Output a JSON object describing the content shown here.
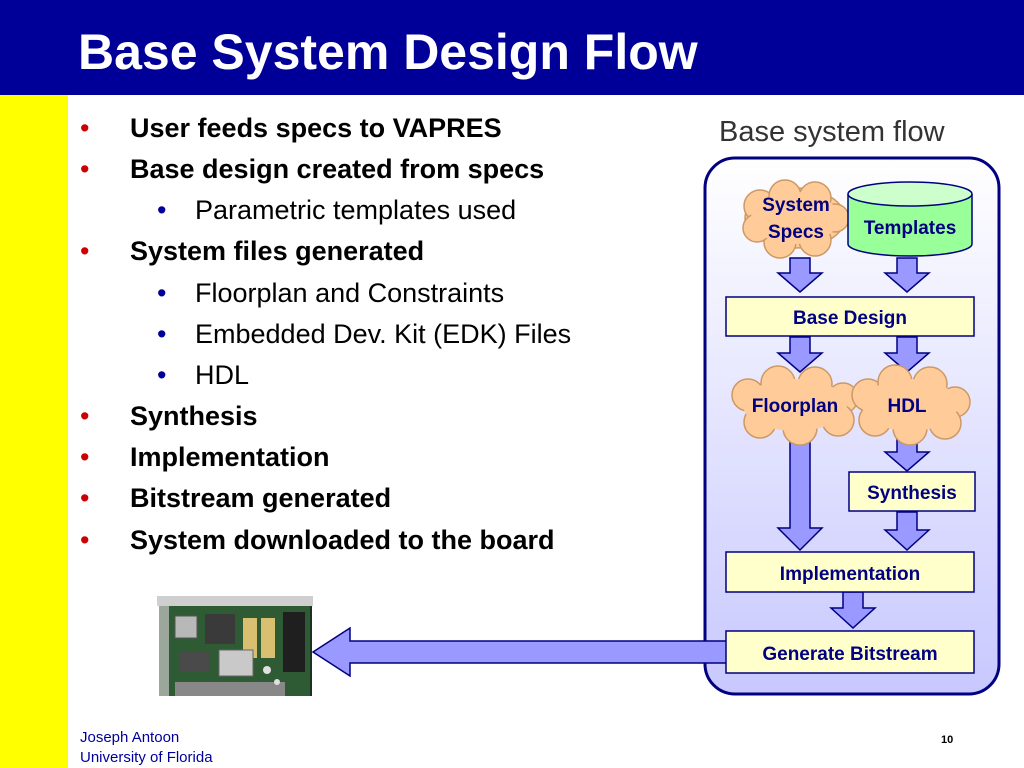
{
  "slide": {
    "title": "Base System Design Flow",
    "flow_caption": "Base system flow",
    "footer_name": "Joseph Antoon",
    "footer_org": "University of Florida",
    "page_number": "10"
  },
  "bullets": [
    {
      "level": 1,
      "text": "User feeds specs to VAPRES"
    },
    {
      "level": 1,
      "text": "Base design created from specs"
    },
    {
      "level": 2,
      "text": "Parametric templates used"
    },
    {
      "level": 1,
      "text": "System files generated"
    },
    {
      "level": 2,
      "text": "Floorplan and Constraints"
    },
    {
      "level": 2,
      "text": "Embedded Dev. Kit (EDK) Files"
    },
    {
      "level": 2,
      "text": "HDL"
    },
    {
      "level": 1,
      "text": "Synthesis"
    },
    {
      "level": 1,
      "text": "Implementation"
    },
    {
      "level": 1,
      "text": "Bitstream generated"
    },
    {
      "level": 1,
      "text": "System downloaded to the board"
    }
  ],
  "flow": {
    "system_specs_line1": "System",
    "system_specs_line2": "Specs",
    "templates": "Templates",
    "base_design": "Base Design",
    "floorplan": "Floorplan",
    "hdl": "HDL",
    "synthesis": "Synthesis",
    "implementation": "Implementation",
    "generate_bitstream": "Generate Bitstream"
  },
  "colors": {
    "title_bar": "#000099",
    "left_bar": "#ffff00",
    "bullet_level1": "#cc0000",
    "bullet_level2": "#000099",
    "cloud_fill": "#ffcc99",
    "box_fill": "#ffffcc",
    "arrow_fill": "#9999ff",
    "panel_fill": "#ccccff"
  },
  "icons": {
    "bullet": "bullet-icon",
    "board": "fpga-board-icon"
  }
}
